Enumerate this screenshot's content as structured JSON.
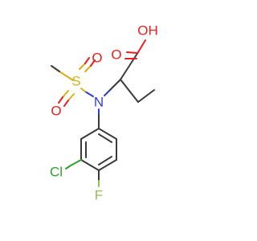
{
  "colors": {
    "carbon_bond": "#3a3a3a",
    "oxygen": "#e8201f",
    "sulfur": "#d4b019",
    "nitrogen": "#2f3fd6",
    "chlorine": "#2ea02a",
    "fluorine": "#8fc24e"
  },
  "atoms": {
    "oh": "OH",
    "o_carbonyl": "O",
    "s": "S",
    "o_sulfonyl_top": "O",
    "o_sulfonyl_bottom": "O",
    "n": "N",
    "cl": "Cl",
    "f": "F"
  }
}
